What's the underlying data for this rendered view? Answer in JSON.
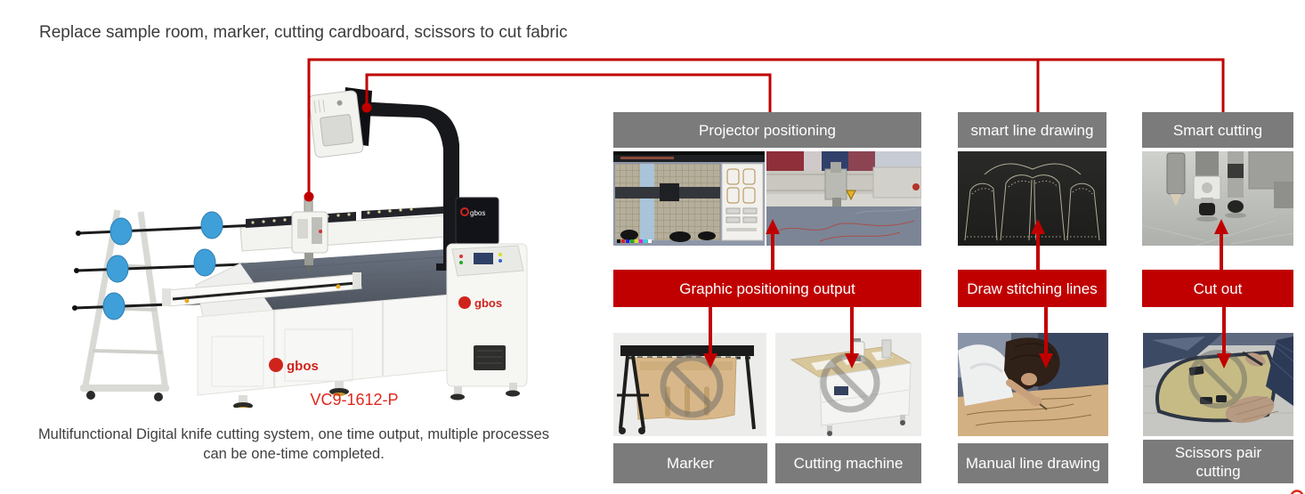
{
  "title": "Replace sample room, marker, cutting cardboard, scissors to cut fabric",
  "machine": {
    "model": "VC9-1612-P",
    "brand": "gbos",
    "description": [
      "Multifunctional Digital knife cutting system, one time output, multiple processes",
      "can be one-time completed."
    ]
  },
  "flow": {
    "top": [
      {
        "label": "Projector positioning"
      },
      {
        "label": "smart line drawing"
      },
      {
        "label": "Smart cutting"
      }
    ],
    "middle": [
      {
        "label": "Graphic positioning output"
      },
      {
        "label": "Draw stitching lines"
      },
      {
        "label": "Cut out"
      }
    ],
    "bottom": [
      {
        "label": "Marker"
      },
      {
        "label": "Cutting machine"
      },
      {
        "label": "Manual line drawing"
      },
      {
        "label": "Scissors pair cutting"
      }
    ]
  },
  "icons": {
    "prohibition": "no-entry watermark",
    "arrow_up": "red arrow up",
    "arrow_down": "red arrow down",
    "dot": "red callout dot"
  },
  "colors": {
    "bar_gray": "#7b7b7b",
    "bar_red": "#c00000",
    "line_red": "#c00000",
    "title_text": "#3b3b3b",
    "desc_text": "#3f3f3f",
    "model_red": "#e0281e",
    "bar_text": "#ffffff",
    "brand_red": "#cf241c"
  }
}
